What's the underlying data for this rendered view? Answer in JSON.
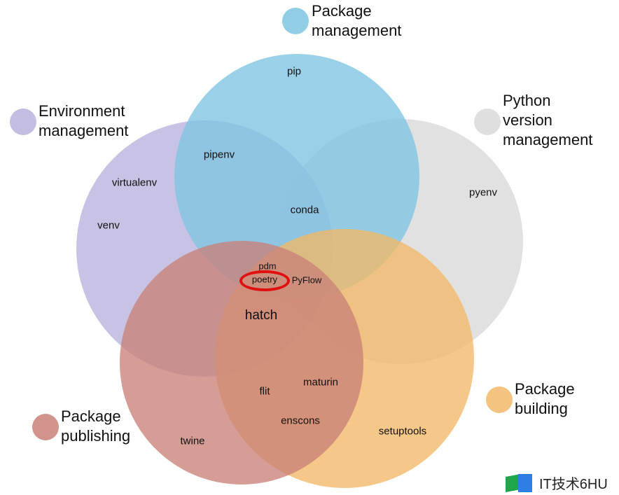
{
  "diagram": {
    "type": "venn",
    "sets": [
      {
        "id": "package-management",
        "label": "Package\nmanagement",
        "color": "#7fc4e2"
      },
      {
        "id": "environment-management",
        "label": "Environment\nmanagement",
        "color": "#b8b2dc"
      },
      {
        "id": "python-version-management",
        "label": "Python\nversion\nmanagement",
        "color": "#d9d9d9"
      },
      {
        "id": "package-publishing",
        "label": "Package\npublishing",
        "color": "#c98179"
      },
      {
        "id": "package-building",
        "label": "Package\nbuilding",
        "color": "#f2b868"
      }
    ],
    "tools": [
      {
        "name": "pip",
        "sets": [
          "package-management"
        ]
      },
      {
        "name": "pipenv",
        "sets": [
          "package-management",
          "environment-management"
        ]
      },
      {
        "name": "virtualenv",
        "sets": [
          "environment-management"
        ]
      },
      {
        "name": "venv",
        "sets": [
          "environment-management"
        ]
      },
      {
        "name": "conda",
        "sets": [
          "package-management",
          "environment-management",
          "python-version-management"
        ]
      },
      {
        "name": "pyenv",
        "sets": [
          "python-version-management"
        ]
      },
      {
        "name": "pdm",
        "sets": [
          "package-management",
          "environment-management",
          "package-publishing",
          "package-building"
        ]
      },
      {
        "name": "poetry",
        "sets": [
          "package-management",
          "environment-management",
          "package-publishing",
          "package-building"
        ],
        "highlighted": true
      },
      {
        "name": "PyFlow",
        "sets": [
          "package-management",
          "environment-management",
          "python-version-management",
          "package-publishing",
          "package-building"
        ]
      },
      {
        "name": "hatch",
        "sets": [
          "environment-management",
          "package-publishing",
          "package-building"
        ]
      },
      {
        "name": "flit",
        "sets": [
          "package-publishing",
          "package-building"
        ]
      },
      {
        "name": "maturin",
        "sets": [
          "package-publishing",
          "package-building"
        ]
      },
      {
        "name": "enscons",
        "sets": [
          "package-publishing",
          "package-building"
        ]
      },
      {
        "name": "twine",
        "sets": [
          "package-publishing"
        ]
      },
      {
        "name": "setuptools",
        "sets": [
          "package-building"
        ]
      }
    ],
    "highlight_color": "#e01010"
  },
  "watermark": {
    "text": "IT技术6HU"
  }
}
